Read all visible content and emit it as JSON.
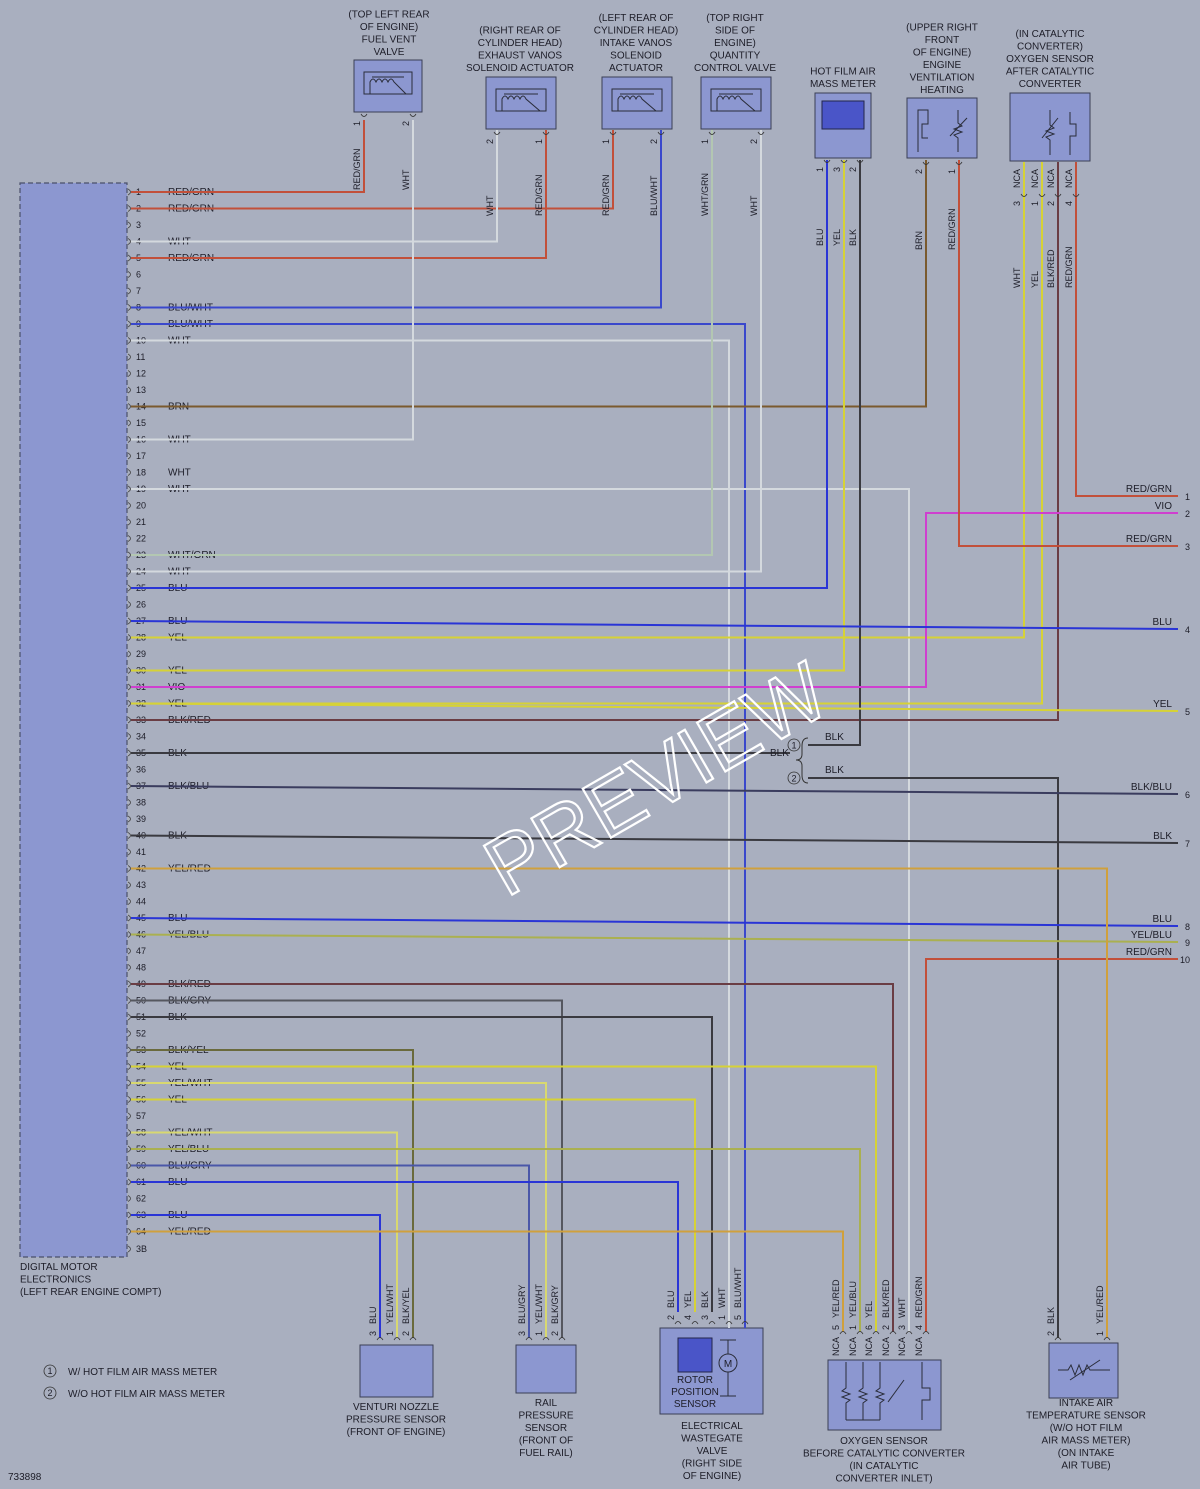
{
  "diagram_id": "733898",
  "watermark": "PREVIEW",
  "dme": {
    "title": [
      "DIGITAL MOTOR",
      "ELECTRONICS",
      "(LEFT REAR ENGINE COMPT)"
    ],
    "pins": [
      "1",
      "2",
      "3",
      "4",
      "5",
      "6",
      "7",
      "8",
      "9",
      "10",
      "11",
      "12",
      "13",
      "14",
      "15",
      "16",
      "17",
      "18",
      "19",
      "20",
      "21",
      "22",
      "23",
      "24",
      "25",
      "26",
      "27",
      "28",
      "29",
      "30",
      "31",
      "32",
      "33",
      "34",
      "35",
      "36",
      "37",
      "38",
      "39",
      "40",
      "41",
      "42",
      "43",
      "44",
      "45",
      "46",
      "47",
      "48",
      "49",
      "50",
      "51",
      "52",
      "53",
      "54",
      "55",
      "56",
      "57",
      "58",
      "59",
      "60",
      "61",
      "62",
      "63",
      "64",
      "3B"
    ]
  },
  "colors": {
    "RED/GRN": "#c2503a",
    "WHT": "#d4d9de",
    "BLU/WHT": "#3a48cc",
    "BRN": "#7a5a2e",
    "WHT/GRN": "#b3c7b2",
    "BLU": "#2a35d6",
    "YEL": "#d6d236",
    "VIO": "#cf3fcf",
    "BLK/RED": "#6a3d44",
    "BLK": "#3a3a40",
    "BLK/BLU": "#3a3c5e",
    "YEL/RED": "#d0a03c",
    "YEL/BLU": "#aab050",
    "BLK/GRY": "#55575f",
    "BLK/YEL": "#6a6a3c",
    "YEL/WHT": "#d8d870",
    "BLU/GRY": "#4a57a8"
  },
  "wires": [
    {
      "pin": "1",
      "color": "RED/GRN"
    },
    {
      "pin": "2",
      "color": "RED/GRN"
    },
    {
      "pin": "4",
      "color": "WHT"
    },
    {
      "pin": "5",
      "color": "RED/GRN"
    },
    {
      "pin": "8",
      "color": "BLU/WHT"
    },
    {
      "pin": "9",
      "color": "BLU/WHT"
    },
    {
      "pin": "10",
      "color": "WHT"
    },
    {
      "pin": "14",
      "color": "BRN"
    },
    {
      "pin": "16",
      "color": "WHT"
    },
    {
      "pin": "18",
      "color": "WHT"
    },
    {
      "pin": "19",
      "color": "WHT"
    },
    {
      "pin": "23",
      "color": "WHT/GRN"
    },
    {
      "pin": "24",
      "color": "WHT"
    },
    {
      "pin": "25",
      "color": "BLU"
    },
    {
      "pin": "27",
      "color": "BLU"
    },
    {
      "pin": "28",
      "color": "YEL"
    },
    {
      "pin": "30",
      "color": "YEL"
    },
    {
      "pin": "31",
      "color": "VIO"
    },
    {
      "pin": "32",
      "color": "YEL"
    },
    {
      "pin": "33",
      "color": "BLK/RED"
    },
    {
      "pin": "35",
      "color": "BLK"
    },
    {
      "pin": "37",
      "color": "BLK/BLU"
    },
    {
      "pin": "40",
      "color": "BLK"
    },
    {
      "pin": "42",
      "color": "YEL/RED"
    },
    {
      "pin": "45",
      "color": "BLU"
    },
    {
      "pin": "46",
      "color": "YEL/BLU"
    },
    {
      "pin": "49",
      "color": "BLK/RED"
    },
    {
      "pin": "50",
      "color": "BLK/GRY"
    },
    {
      "pin": "51",
      "color": "BLK"
    },
    {
      "pin": "53",
      "color": "BLK/YEL"
    },
    {
      "pin": "54",
      "color": "YEL"
    },
    {
      "pin": "55",
      "color": "YEL/WHT"
    },
    {
      "pin": "56",
      "color": "YEL"
    },
    {
      "pin": "58",
      "color": "YEL/WHT"
    },
    {
      "pin": "59",
      "color": "YEL/BLU"
    },
    {
      "pin": "60",
      "color": "BLU/GRY"
    },
    {
      "pin": "61",
      "color": "BLU"
    },
    {
      "pin": "63",
      "color": "BLU"
    },
    {
      "pin": "64",
      "color": "YEL/RED"
    }
  ],
  "right_outputs": [
    {
      "num": "1",
      "label": "RED/GRN"
    },
    {
      "num": "2",
      "label": "VIO"
    },
    {
      "num": "3",
      "label": "RED/GRN"
    },
    {
      "num": "4",
      "label": "BLU"
    },
    {
      "num": "5",
      "label": "YEL"
    },
    {
      "num": "6",
      "label": "BLK/BLU"
    },
    {
      "num": "7",
      "label": "BLK"
    },
    {
      "num": "8",
      "label": "BLU"
    },
    {
      "num": "9",
      "label": "YEL/BLU"
    },
    {
      "num": "10",
      "label": "RED/GRN"
    }
  ],
  "top_components": [
    {
      "title": [
        "(TOP LEFT REAR",
        "OF ENGINE)",
        "FUEL VENT",
        "VALVE"
      ],
      "pins": [
        "1",
        "2"
      ],
      "wires": [
        "RED/GRN",
        "WHT"
      ]
    },
    {
      "title": [
        "(RIGHT REAR OF",
        "CYLINDER HEAD)",
        "EXHAUST VANOS",
        "SOLENOID ACTUATOR"
      ],
      "pins": [
        "2",
        "1"
      ],
      "wires": [
        "WHT",
        "RED/GRN"
      ]
    },
    {
      "title": [
        "(LEFT REAR OF",
        "CYLINDER HEAD)",
        "INTAKE VANOS",
        "SOLENOID",
        "ACTUATOR"
      ],
      "pins": [
        "1",
        "2"
      ],
      "wires": [
        "RED/GRN",
        "BLU/WHT"
      ]
    },
    {
      "title": [
        "(TOP RIGHT",
        "SIDE OF",
        "ENGINE)",
        "QUANTITY",
        "CONTROL VALVE"
      ],
      "pins": [
        "1",
        "2"
      ],
      "wires": [
        "WHT/GRN",
        "WHT"
      ]
    },
    {
      "title": [
        "HOT FILM AIR",
        "MASS METER"
      ],
      "pins": [
        "1",
        "3",
        "2"
      ],
      "wires": [
        "BLU",
        "YEL",
        "BLK"
      ]
    },
    {
      "title": [
        "(UPPER RIGHT",
        "FRONT",
        "OF ENGINE)",
        "ENGINE",
        "VENTILATION",
        "HEATING"
      ],
      "pins": [
        "2",
        "1"
      ],
      "wires": [
        "BRN",
        "RED/GRN"
      ]
    },
    {
      "title": [
        "(IN CATALYTIC",
        "CONVERTER)",
        "OXYGEN SENSOR",
        "AFTER CATALYTIC",
        "CONVERTER"
      ],
      "pins": [
        "3",
        "1",
        "2",
        "4"
      ],
      "wires": [
        "WHT",
        "YEL",
        "BLK/RED",
        "RED/GRN"
      ],
      "nca": [
        "NCA",
        "NCA",
        "NCA",
        "NCA"
      ]
    }
  ],
  "bottom_components": [
    {
      "title": [
        "VENTURI NOZZLE",
        "PRESSURE SENSOR",
        "(FRONT OF ENGINE)"
      ],
      "pins": [
        "3",
        "1",
        "2"
      ],
      "wires": [
        "BLU",
        "YEL/WHT",
        "BLK/YEL"
      ]
    },
    {
      "title": [
        "RAIL",
        "PRESSURE",
        "SENSOR",
        "(FRONT OF",
        "FUEL RAIL)"
      ],
      "pins": [
        "3",
        "1",
        "2"
      ],
      "wires": [
        "BLU/GRY",
        "YEL/WHT",
        "BLK/GRY"
      ]
    },
    {
      "title": [
        "ELECTRICAL",
        "WASTEGATE",
        "VALVE",
        "(RIGHT SIDE",
        "OF ENGINE)"
      ],
      "inner": [
        "ROTOR",
        "POSITION",
        "SENSOR"
      ],
      "motor": "M",
      "pins": [
        "2",
        "4",
        "3",
        "1",
        "5"
      ],
      "wires": [
        "BLU",
        "YEL",
        "BLK",
        "WHT",
        "BLU/WHT"
      ]
    },
    {
      "title": [
        "OXYGEN SENSOR",
        "BEFORE CATALYTIC CONVERTER",
        "(IN CATALYTIC",
        "CONVERTER INLET)"
      ],
      "pins": [
        "5",
        "1",
        "6",
        "2",
        "3",
        "4"
      ],
      "wires": [
        "YEL/RED",
        "YEL/BLU",
        "YEL",
        "BLK/RED",
        "WHT",
        "RED/GRN"
      ],
      "nca": [
        "NCA",
        "NCA",
        "NCA",
        "NCA",
        "NCA",
        "NCA"
      ]
    },
    {
      "title": [
        "INTAKE AIR",
        "TEMPERATURE SENSOR",
        "(W/O HOT FILM",
        "AIR MASS METER)",
        "(ON INTAKE",
        "AIR TUBE)"
      ],
      "pins": [
        "2",
        "1"
      ],
      "wires": [
        "BLK",
        "YEL/RED"
      ]
    }
  ],
  "splice": {
    "left": "BLK",
    "branch1": "BLK",
    "branch2": "BLK",
    "mark1": "1",
    "mark2": "2"
  },
  "notes": [
    {
      "mark": "1",
      "text": "W/ HOT FILM AIR MASS METER"
    },
    {
      "mark": "2",
      "text": "W/O HOT FILM AIR MASS METER"
    }
  ]
}
